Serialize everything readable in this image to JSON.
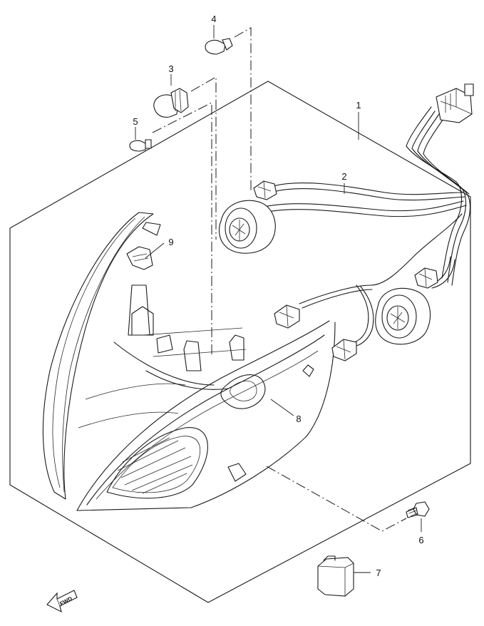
{
  "callouts": {
    "c1": "1",
    "c2": "2",
    "c3": "3",
    "c4": "4",
    "c5": "5",
    "c6": "6",
    "c7": "7",
    "c8": "8",
    "c9": "9"
  },
  "forward_label": "FWD",
  "forward_icon": "forward-arrow-icon"
}
